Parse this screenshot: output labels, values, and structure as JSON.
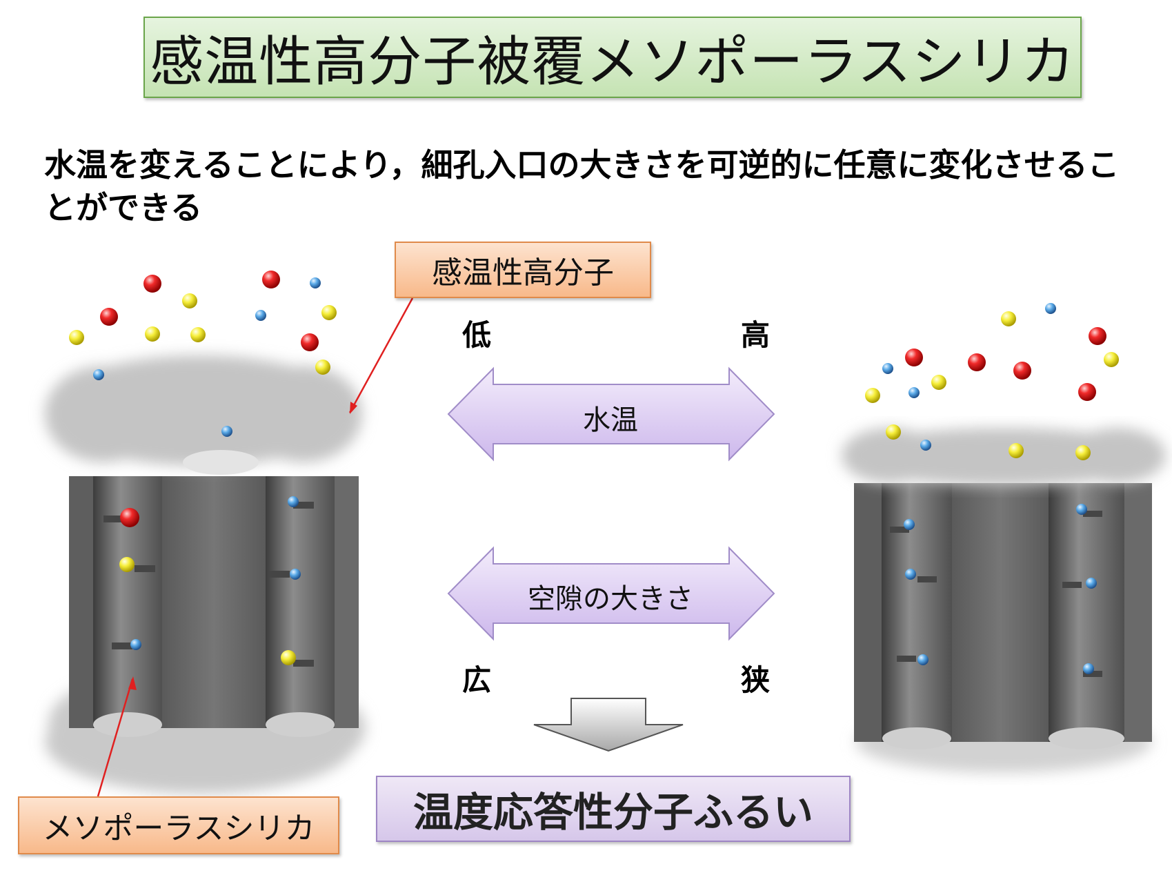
{
  "title": "感温性高分子被覆メソポーラスシリカ",
  "lead_text": "水温を変えることにより，細孔入口の大きさを可逆的に任意に変化させることができる",
  "callouts": {
    "polymer": "感温性高分子",
    "silica": "メソポーラスシリカ"
  },
  "water_temperature": {
    "low": "低",
    "high": "高",
    "label": "水温"
  },
  "pore_size": {
    "wide": "広",
    "narrow": "狭",
    "label": "空隙の大きさ"
  },
  "result": "温度応答性分子ふるい",
  "colors": {
    "title_green": "#c5e3b3",
    "callout_orange": "#f8b98a",
    "arrow_purple": "#dccbf2",
    "silica_gray": "#6d6d6d",
    "polymer_cloud": "#c8c8c8",
    "molecule_red": "#e01818",
    "molecule_yellow": "#f3ea2a",
    "molecule_blue": "#4a9ce0"
  }
}
